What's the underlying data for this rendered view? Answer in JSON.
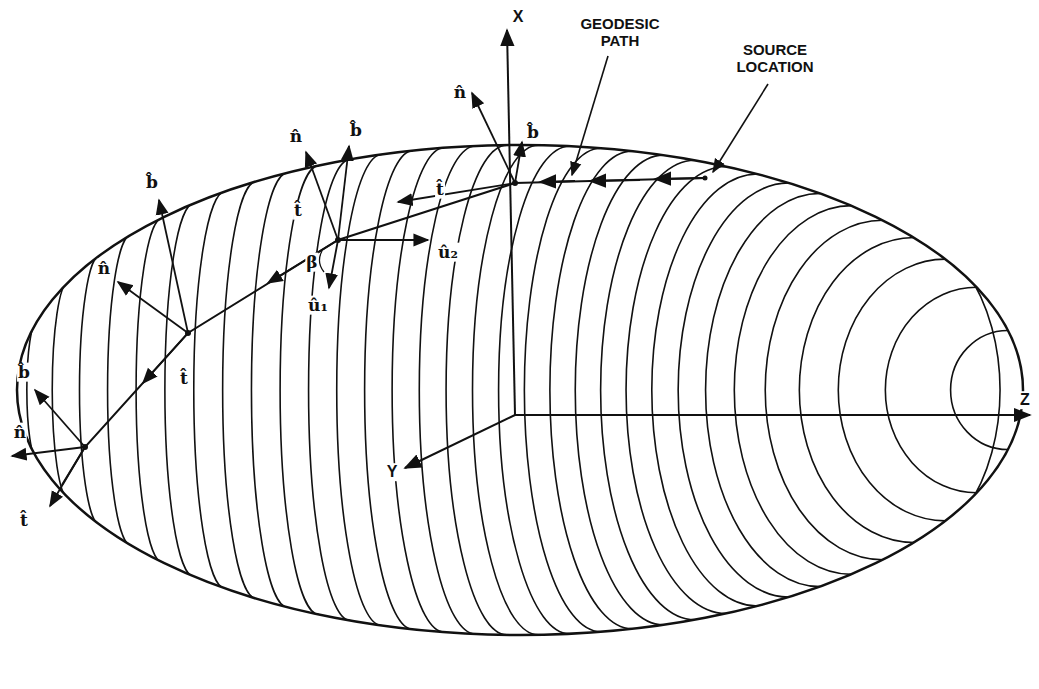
{
  "diagram": {
    "labels": [
      "GEODESIC PATH",
      "SOURCE LOCATION",
      "X",
      "Y",
      "Z",
      "n̂",
      "b̂",
      "t̂",
      "n̂",
      "b̂",
      "t̂",
      "û₂",
      "β",
      "û₁",
      "n̂",
      "b̂",
      "t̂",
      "b̂",
      "n̂",
      "t̂"
    ]
  }
}
